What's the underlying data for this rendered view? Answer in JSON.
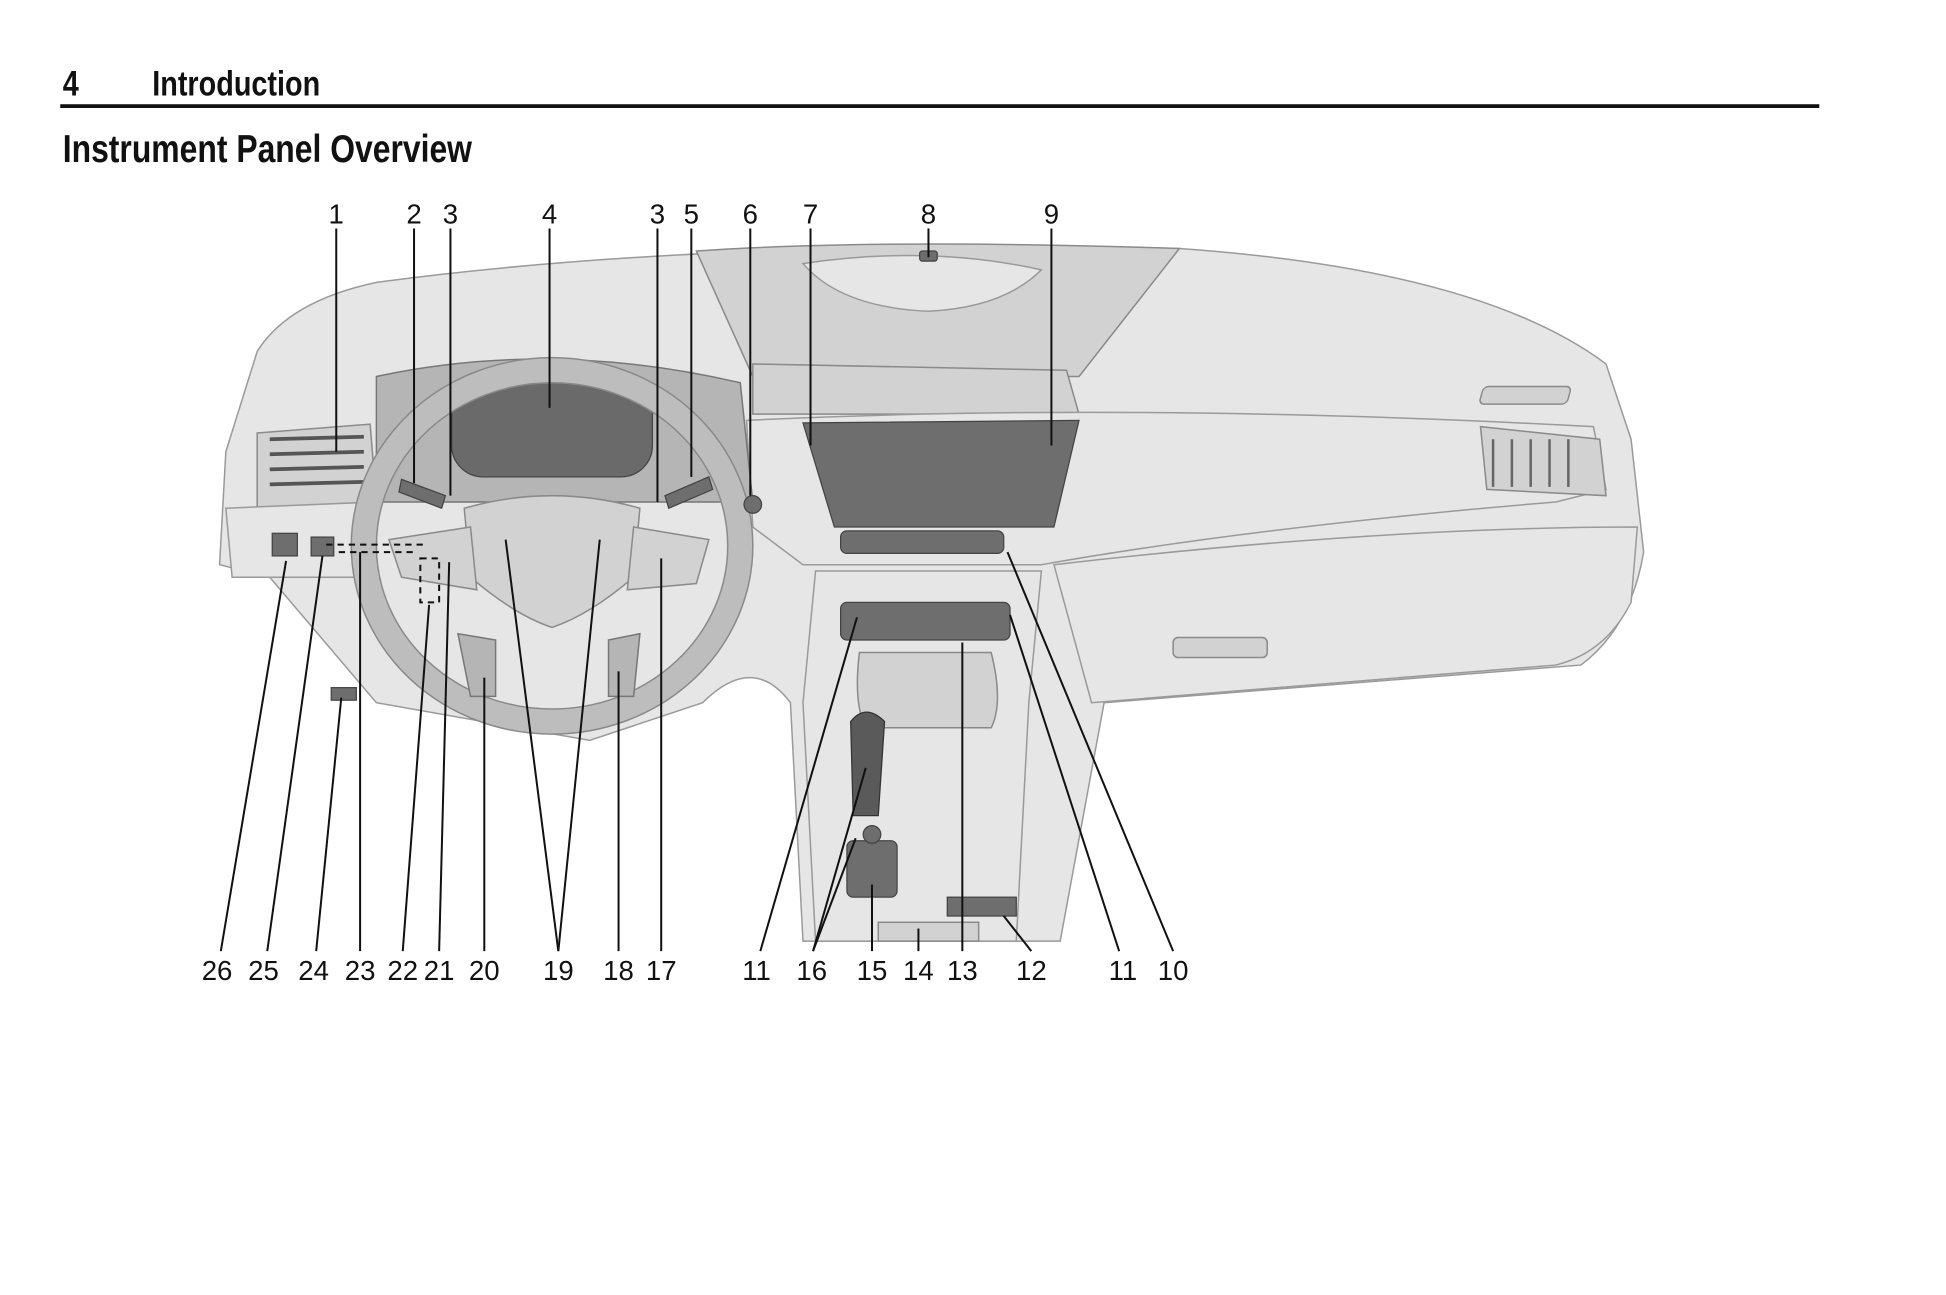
{
  "header": {
    "page_number": "4",
    "section": "Introduction"
  },
  "title": "Instrument Panel Overview",
  "figure": {
    "top_callouts": [
      "1",
      "2",
      "3",
      "4",
      "3",
      "5",
      "6",
      "7",
      "8",
      "9"
    ],
    "bottom_callouts": [
      "26",
      "25",
      "24",
      "23",
      "22",
      "21",
      "20",
      "19",
      "18",
      "17",
      "11",
      "16",
      "15",
      "14",
      "13",
      "12",
      "11",
      "10"
    ]
  }
}
